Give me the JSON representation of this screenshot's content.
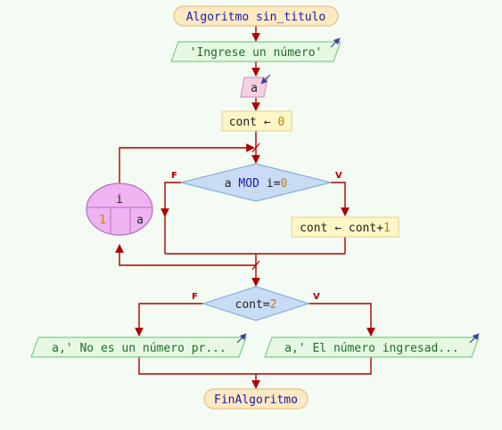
{
  "diagram": {
    "start": "Algoritmo sin_titulo",
    "prompt": "'Ingrese un número'",
    "read_var": "a",
    "init": {
      "var": "cont",
      "arrow": "←",
      "value": "0"
    },
    "loop": {
      "var": "i",
      "from": "1",
      "to": "a"
    },
    "cond1": {
      "expr": "a",
      "op": "MOD",
      "var": "i",
      "eq": "=",
      "value": "0",
      "false_label": "F",
      "true_label": "V"
    },
    "incr": {
      "target": "cont",
      "arrow": "←",
      "expr": "cont+",
      "value": "1"
    },
    "cond2": {
      "expr": "cont=",
      "value": "2",
      "false_label": "F",
      "true_label": "V"
    },
    "out_false": "a,' No es un número pr...",
    "out_true": "a,' El número ingresad...",
    "end": "FinAlgoritmo"
  },
  "colors": {
    "line": "#b00000",
    "terminal_fill": "#fde9c2",
    "terminal_stroke": "#e9bf85",
    "io_fill": "#e6f8e1",
    "io_stroke": "#7ccf87",
    "input_fill": "#f7d0e4",
    "assign_fill": "#fdf6c6",
    "assign_stroke": "#e8d793",
    "decision_fill": "#c9dcf5",
    "decision_stroke": "#8aaedb",
    "loop_fill": "#efb3f1",
    "loop_stroke": "#b56dbf",
    "io_arrow": "#3f3f9f"
  }
}
